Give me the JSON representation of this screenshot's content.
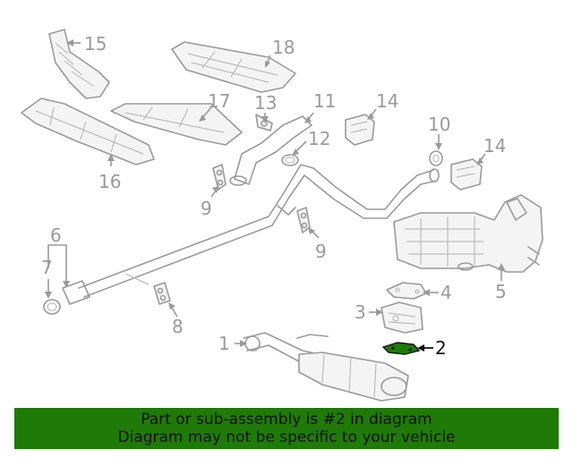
{
  "callouts": [
    "1",
    "2",
    "3",
    "4",
    "5",
    "6",
    "7",
    "8",
    "9",
    "9",
    "10",
    "11",
    "12",
    "13",
    "14",
    "14",
    "15",
    "16",
    "17",
    "18"
  ],
  "highlight_part": "2",
  "colors": {
    "banner_bg": "#1f7a08",
    "highlight_fill": "#1f7a08",
    "linework": "#9a9a9a",
    "highlight_ink": "#111111"
  },
  "banner": {
    "line1": "Part or sub-assembly is #2 in diagram",
    "line2": "Diagram may not be specific to your vehicle"
  }
}
